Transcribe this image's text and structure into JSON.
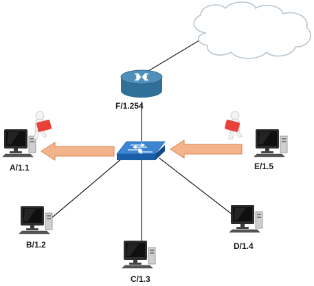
{
  "diagram": {
    "cloud": {
      "name": "cloud"
    },
    "router": {
      "label": "F/1.254"
    },
    "switch": {
      "name": "switch"
    },
    "hosts": [
      {
        "id": "A",
        "label": "A/1.1"
      },
      {
        "id": "B",
        "label": "B/1.2"
      },
      {
        "id": "C",
        "label": "C/1.3"
      },
      {
        "id": "D",
        "label": "D/1.4"
      },
      {
        "id": "E",
        "label": "E/1.5"
      }
    ],
    "colors": {
      "line": "#1a1a1a",
      "cloud_stroke": "#b7c5cf",
      "cloud_fill": "#ffffff",
      "router_top": "#4f8fb8",
      "router_body": "#2f6f98",
      "switch_top": "#3b86d2",
      "switch_body": "#1a5ea8",
      "arrow_fill": "#f3b48c",
      "arrow_stroke": "#d9824d",
      "mail_red": "#e8413a",
      "figure_white": "#f4f4f4",
      "monitor_dark": "#2b2b2b",
      "monitor_screen": "#0f0f0f"
    }
  }
}
